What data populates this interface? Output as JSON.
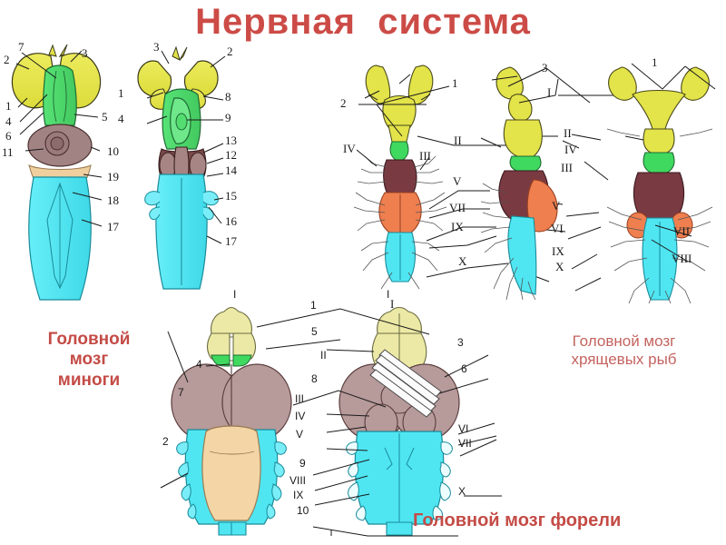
{
  "slide": {
    "title": "Нервная  система",
    "title_color": "#cc4b46",
    "background": "#ffffff"
  },
  "captions": {
    "lamprey": "Головной\nмозг\nминоги",
    "cartilaginous": "Головной мозг\nхрящевых рыб",
    "trout": "Головной мозг форели"
  },
  "palette": {
    "olfactory_yellow": "#e6e84b",
    "pale_yellow": "#ece9a6",
    "forebrain_green": "#4fdc6e",
    "midbrain_brown": "#8f5a58",
    "midbrain_mauve": "#a98787",
    "cerebellum_orange": "#f08050",
    "medulla_cyan": "#4fe6f2",
    "tan": "#f3d5a6",
    "rosy": "#b79a9a",
    "outline": "#1a1a1a",
    "label_text": "#1a1a1a"
  },
  "figures": {
    "lamprey_dorsal": {
      "name": "Головной мозг миноги — дорсальный вид",
      "labels_left": [
        "7",
        "2",
        "1",
        "4",
        "6",
        "11"
      ],
      "labels_right": [
        "3",
        "5",
        "10",
        "19",
        "18",
        "17"
      ]
    },
    "lamprey_ventral": {
      "name": "Головной мозг миноги — вентральный вид",
      "labels_left": [
        "1",
        "4"
      ],
      "labels_top": [
        "3",
        "2"
      ],
      "labels_right": [
        "8",
        "9",
        "13",
        "12",
        "14",
        "15",
        "16",
        "17"
      ]
    },
    "cartilaginous_1": {
      "name": "Головной мозг хрящевых рыб — вид 1",
      "labels": [
        "1",
        "2",
        "IV",
        "III",
        "II",
        "V",
        "VII",
        "IX",
        "X"
      ]
    },
    "cartilaginous_2": {
      "name": "Головной мозг хрящевых рыб — вид 2",
      "labels": [
        "3",
        "I",
        "IV"
      ]
    },
    "cartilaginous_3": {
      "name": "Головной мозг хрящевых рыб — вид 3",
      "labels_left": [
        "II",
        "III",
        "V",
        "VI",
        "IX",
        "X"
      ],
      "labels_right": [
        "1",
        "VII",
        "VIII"
      ]
    },
    "trout_dorsal": {
      "name": "Головной мозг форели — дорсальный вид",
      "labels": [
        "I",
        "1",
        "5",
        "4",
        "7",
        "2"
      ]
    },
    "trout_ventral": {
      "name": "Головной мозг форели — вентральный вид",
      "labels_left": [
        "II",
        "8",
        "III",
        "IV",
        "V",
        "9",
        "VIII",
        "IX",
        "10"
      ],
      "labels_right": [
        "I",
        "3",
        "6",
        "VI",
        "VII",
        "X"
      ]
    }
  },
  "label_list": {
    "arabic": [
      "1",
      "2",
      "3",
      "4",
      "5",
      "6",
      "7",
      "8",
      "9",
      "10",
      "11",
      "12",
      "13",
      "14",
      "15",
      "16",
      "17",
      "18",
      "19"
    ],
    "roman": [
      "I",
      "II",
      "III",
      "IV",
      "V",
      "VI",
      "VII",
      "VIII",
      "IX",
      "X"
    ]
  }
}
